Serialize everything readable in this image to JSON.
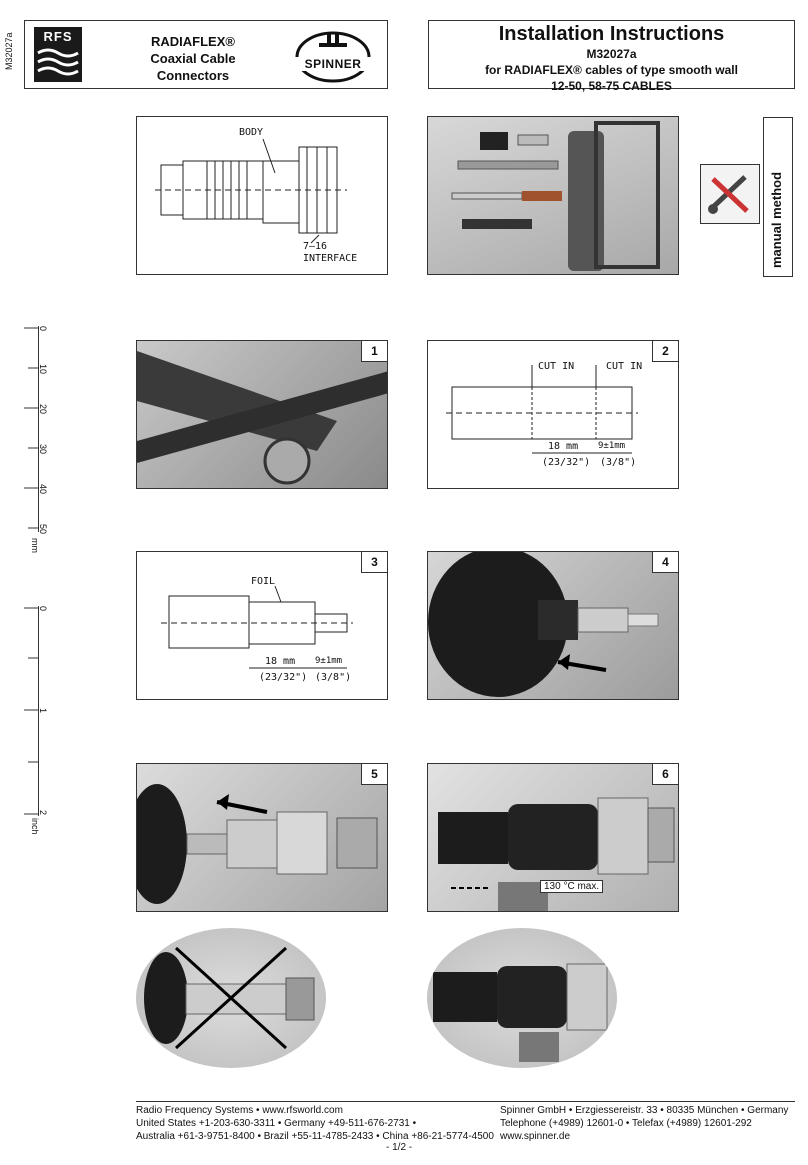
{
  "doc_id": "M32027a",
  "header": {
    "rfs_logo": "RFS",
    "product_line1": "RADIAFLEX®",
    "product_line2": "Coaxial Cable",
    "product_line3": "Connectors",
    "spinner_logo": "SPINNER",
    "title": "Installation Instructions",
    "doc_number": "M32027a",
    "subtitle": "for RADIAFLEX® cables of type smooth wall",
    "cable_types": "12-50, 58-75 CABLES"
  },
  "side_tab": "manual method",
  "overview": {
    "body_label": "BODY",
    "interface_label1": "7–16",
    "interface_label2": "INTERFACE"
  },
  "steps": [
    {
      "number": "1"
    },
    {
      "number": "2",
      "cut1": "CUT IN",
      "cut2": "CUT IN",
      "dim1": "18 mm",
      "dim1_in": "(23/32\")",
      "dim2": "9±1mm",
      "dim2_in": "(3/8\")"
    },
    {
      "number": "3",
      "foil": "FOIL",
      "dim1": "18 mm",
      "dim1_in": "(23/32\")",
      "dim2": "9±1mm",
      "dim2_in": "(3/8\")"
    },
    {
      "number": "4"
    },
    {
      "number": "5"
    },
    {
      "number": "6",
      "temp": "130 °C max."
    }
  ],
  "ruler": {
    "mm_ticks": [
      "0",
      "10",
      "20",
      "30",
      "40",
      "50"
    ],
    "mm_unit": "mm",
    "inch_ticks": [
      "0",
      "1",
      "2"
    ],
    "inch_unit": "inch"
  },
  "footer": {
    "left1": "Radio Frequency Systems • www.rfsworld.com",
    "left2": "United States +1-203-630-3311 • Germany +49-511-676-2731 •",
    "left3": "Australia +61-3-9751-8400 • Brazil +55-11-4785-2433 • China +86-21-5774-4500",
    "right1": "Spinner GmbH • Erzgiessereistr. 33 • 80335 München • Germany",
    "right2": "Telephone (+4989) 12601-0 • Telefax (+4989) 12601-292",
    "right3": "www.spinner.de",
    "page": "- 1/2 -"
  }
}
